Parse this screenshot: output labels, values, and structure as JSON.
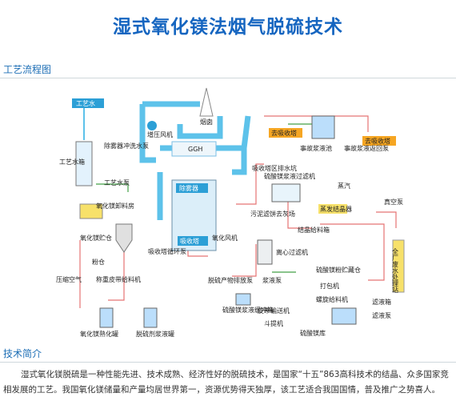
{
  "page": {
    "title": "湿式氧化镁法烟气脱硫技术",
    "section_process": "工艺流程图",
    "section_intro": "技术简介",
    "intro_text": "湿式氧化镁脱硫是一种性能先进、技术成熟、经济性好的脱硫技术，是国家“十五”863高科技术的结晶、众多国家竞相发展的工艺。我国氧化镁储量和产量均居世界第一，资源优势得天独厚，该工艺适合我国国情，普及推广之势喜人。"
  },
  "diagram": {
    "process_water": "工艺水",
    "process_water_tank": "工艺水箱",
    "demister_wash_pump": "除雾器冲洗水泵",
    "process_water_pump": "工艺水泵",
    "mgo_unload_room": "氧化镁卸料房",
    "mgo_silo": "氧化镁贮仓",
    "compressed_air": "压缩空气",
    "powder_silo": "粉仓",
    "weigh_feeder": "称重皮带给料机",
    "mgo_slaking_tank": "氧化镁熟化罐",
    "desulfurizer_slurry_tank": "脱硫剂浆液罐",
    "booster_fan": "增压风机",
    "chimney": "烟囱",
    "ggh": "GGH",
    "demister": "除雾器",
    "absorption_zone": "吸收塔",
    "absorber_circulation_pump": "吸收塔循环泵",
    "oxidation_fan": "氧化风机",
    "product_discharge_pump": "脱硫产物排放泵",
    "slurry_buffer_tank": "硫酸镁浆液缓冲箱",
    "absorber_zone_drain": "吸收塔区排水坑",
    "to_absorber_a": "去吸收塔",
    "to_absorber_b": "去吸收塔",
    "emergency_slurry_tank": "事故浆液池",
    "emergency_return_pump": "事故浆液返回泵",
    "mgso4_filter": "硫酸镁浆液过滤机",
    "mud_filter_cake": "污泥滤饼去灰场",
    "steam": "蒸汽",
    "evaporative_crystallizer": "蒸发结晶器",
    "vacuum_pump": "真空泵",
    "crystal_feeder_box": "结晶给料箱",
    "centrifugal_filter": "离心过滤机",
    "screw_conveyor": "螺旋给料机",
    "slurry_conveyor": "浆液泵",
    "belt_conveyor": "皮带输送机",
    "mgso4_powder_silo": "硫酸镁粉贮藏仓",
    "packing_machine": "打包机",
    "hoist": "斗提机",
    "mgso4_bin": "硫酸镁库",
    "filtrate_box": "滤液箱",
    "filtrate_pump": "滤液泵",
    "wastewater_plant": "全厂废水处理站"
  },
  "colors": {
    "title": "#1565c0",
    "pipe": "#5dc2ea",
    "pipe_dark": "#2c9fd6",
    "slurry": "#e57373",
    "green": "#43a047",
    "label_box": "#2c9fd6",
    "orange": "#f6a623",
    "yellow_box": "#f7e16a"
  },
  "icons": [
    "tank-icon",
    "pump-icon",
    "fan-icon",
    "chimney-icon",
    "silo-icon",
    "filter-icon",
    "truck-icon"
  ]
}
